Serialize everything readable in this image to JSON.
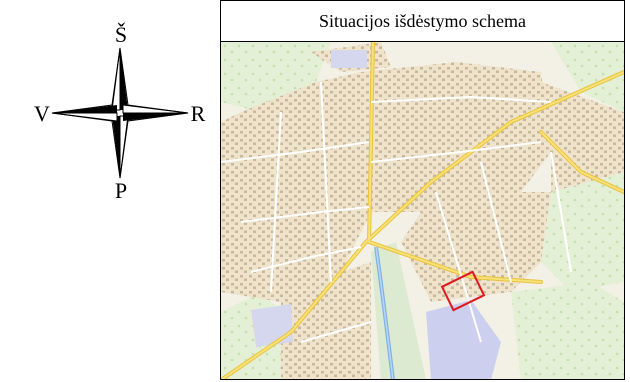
{
  "compass": {
    "north": "Š",
    "south": "P",
    "east": "R",
    "west": "V"
  },
  "map": {
    "title": "Situacijos išdėstymo schema",
    "site_marker_color": "#e0181e",
    "road_color": "#f3d34a",
    "river_color": "#7fb3e6",
    "builtup_color": "#efe3cc",
    "green_color": "#d9ebc7",
    "institution_color": "#ccd0ee"
  }
}
